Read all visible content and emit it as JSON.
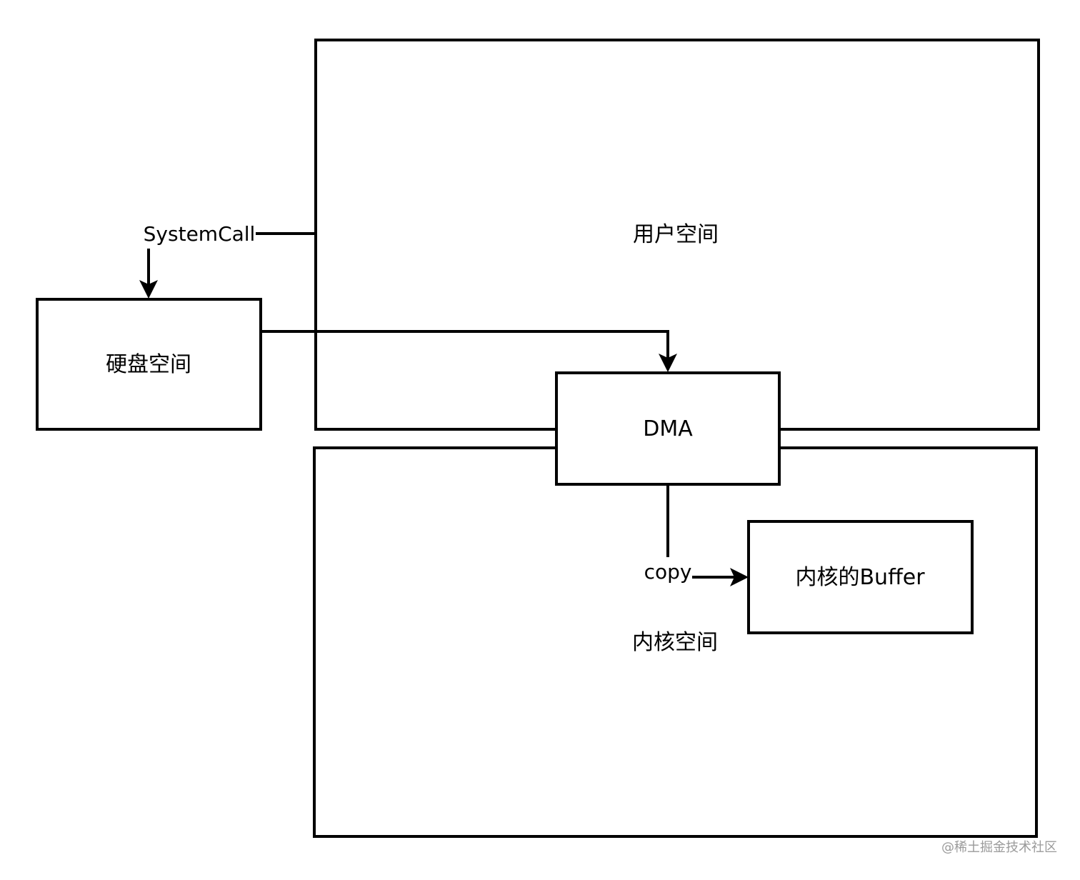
{
  "diagram": {
    "user_space_label": "用户空间",
    "kernel_space_label": "内核空间",
    "disk_space_label": "硬盘空间",
    "dma_label": "DMA",
    "kernel_buffer_label": "内核的Buffer",
    "systemcall_label": "SystemCall",
    "copy_label": "copy"
  },
  "watermark": {
    "text": "@稀土掘金技术社区"
  }
}
